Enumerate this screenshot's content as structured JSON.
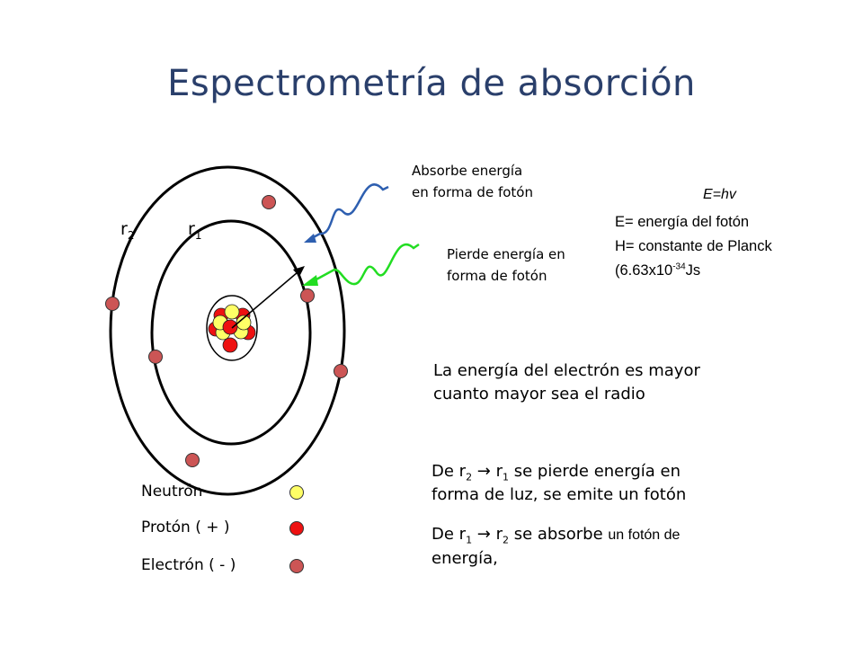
{
  "title": "Espectrometría de absorción",
  "labels": {
    "r2": "r",
    "r2_sub": "2",
    "r1": "r",
    "r1_sub": "1"
  },
  "absorbe": {
    "line1": "Absorbe energía",
    "line2": "en forma de fotón"
  },
  "pierde": {
    "line1": "Pierde energía en",
    "line2": "forma de fotón"
  },
  "formula": {
    "header": "E=hv",
    "line1": "E= energía del fotón",
    "line2": "H= constante de Planck",
    "line3_pre": "(6.63x10",
    "line3_sup": "-34",
    "line3_post": "Js"
  },
  "statement": {
    "line1": "La energía del electrón es mayor",
    "line2": "cuanto mayor sea el radio"
  },
  "transition1": {
    "pre": "De r",
    "sub1": "2",
    "arrow": " → ",
    "r": "r",
    "sub2": "1",
    "post": " se pierde energía en",
    "line2": "forma de luz, se emite un fotón"
  },
  "transition2": {
    "pre": "De r",
    "sub1": "1",
    "arrow": " → ",
    "r": "r",
    "sub2": "2",
    "post1": " se absorbe ",
    "post2": "un fotón de",
    "line2": "energía,"
  },
  "legend": {
    "neutron": "Neutrón",
    "proton": "Protón ( + )",
    "electron": "Electrón ( - )"
  },
  "colors": {
    "title": "#2a3f6b",
    "neutron": "#ffff66",
    "proton": "#ee1111",
    "electron": "#cc5555",
    "absorbed_photon": "#2e5fb0",
    "emitted_photon": "#22dd22"
  }
}
